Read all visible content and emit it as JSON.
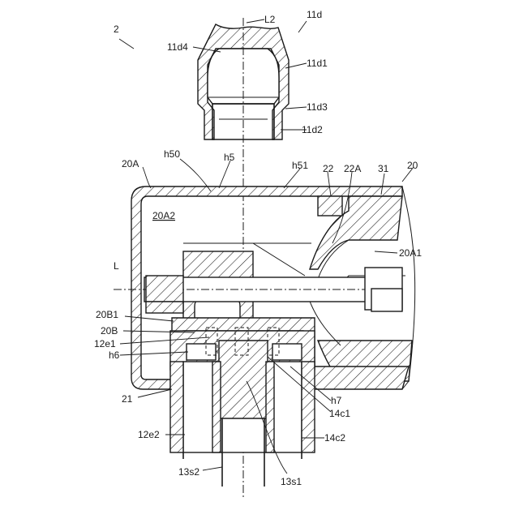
{
  "labels": {
    "assembly": "2",
    "axis_l2": "L2",
    "part_11d": "11d",
    "part_11d4": "11d4",
    "part_11d1": "11d1",
    "part_11d3": "11d3",
    "part_11d2": "11d2",
    "part_20a": "20A",
    "part_h50": "h50",
    "part_h5": "h5",
    "part_h51": "h51",
    "part_22": "22",
    "part_22a": "22A",
    "part_31": "31",
    "part_20": "20",
    "part_20a2": "20A2",
    "part_20a1": "20A1",
    "axis_l": "L",
    "part_20b1": "20B1",
    "part_20b": "20B",
    "part_12e1": "12e1",
    "part_h6": "h6",
    "part_h7": "h7",
    "part_14c1": "14c1",
    "part_21": "21",
    "part_12e2": "12e2",
    "part_14c2": "14c2",
    "part_13s2": "13s2",
    "part_13s1": "13s1"
  }
}
